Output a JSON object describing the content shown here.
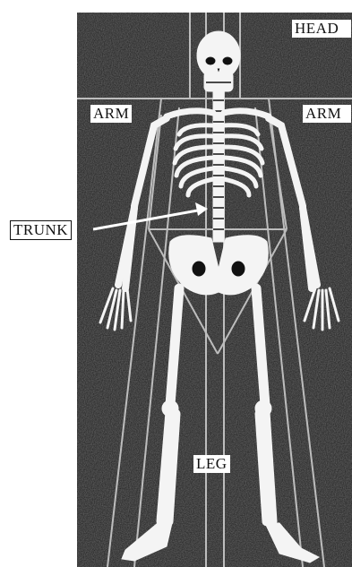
{
  "labels": {
    "head": "HEAD",
    "arm_left": "ARM",
    "arm_right": "ARM",
    "trunk": "TRUNK",
    "leg": "LEG"
  },
  "colors": {
    "background": "#1b1b1b",
    "bone": "#f4f4f4",
    "lines": "#bdbdbd",
    "paper": "#ffffff"
  }
}
